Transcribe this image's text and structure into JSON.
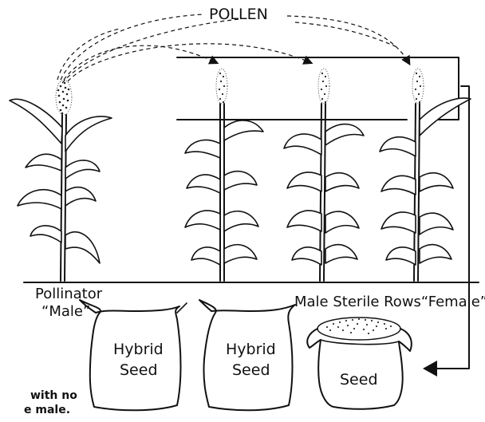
{
  "diagram": {
    "pollen_label": "POLLEN",
    "pollinator_label_line1": "Pollinator",
    "pollinator_label_line2": "“Male”",
    "female_label": "Male Sterile Rows“Female”",
    "bags": [
      {
        "line1": "Hybrid",
        "line2": "Seed"
      },
      {
        "line1": "Hybrid",
        "line2": "Seed"
      },
      {
        "line1": "Seed",
        "line2": ""
      }
    ],
    "caption_line1": "with no",
    "caption_line2": "e  male."
  }
}
